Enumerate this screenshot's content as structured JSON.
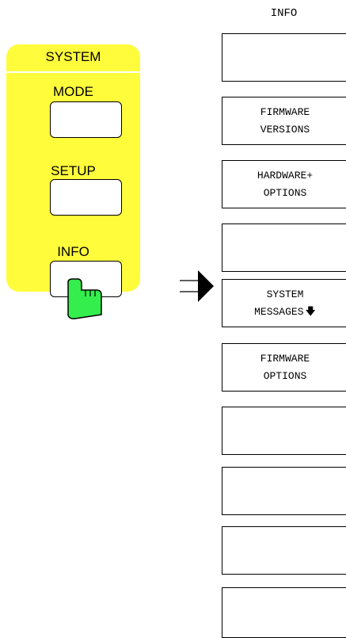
{
  "system_panel": {
    "title": "SYSTEM",
    "keys": [
      {
        "label": "MODE"
      },
      {
        "label": "SETUP"
      },
      {
        "label": "INFO"
      }
    ]
  },
  "softkey_menu": {
    "title": "INFO",
    "softkeys": [
      {
        "line1": "",
        "line2": ""
      },
      {
        "line1": "FIRMWARE",
        "line2": "VERSIONS"
      },
      {
        "line1": "HARDWARE+",
        "line2": "OPTIONS"
      },
      {
        "line1": "",
        "line2": ""
      },
      {
        "line1": "SYSTEM",
        "line2": "MESSAGES",
        "submenu_icon": "arrow-down-icon"
      },
      {
        "line1": "FIRMWARE",
        "line2": "OPTIONS"
      },
      {
        "line1": "",
        "line2": ""
      },
      {
        "line1": "",
        "line2": ""
      },
      {
        "line1": "",
        "line2": ""
      },
      {
        "line1": "",
        "line2": ""
      }
    ]
  },
  "colors": {
    "panel": "#fffc3c",
    "hand": "#33ee4d"
  }
}
